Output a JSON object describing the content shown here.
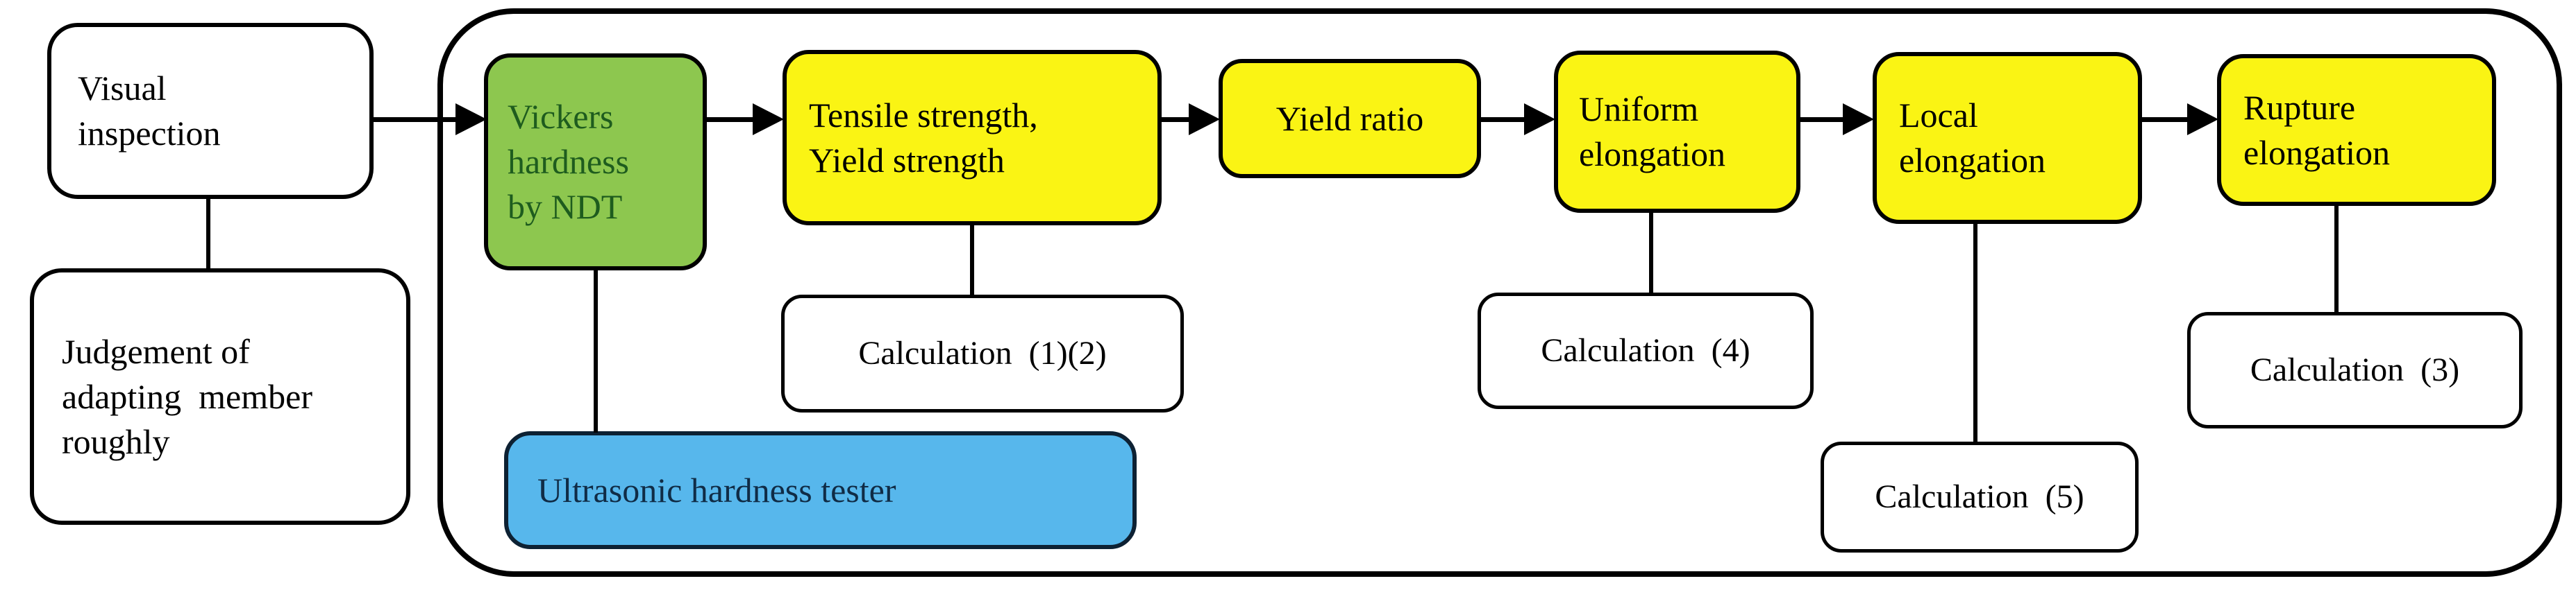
{
  "diagram": {
    "type": "flowchart",
    "background": "#FFFFFF",
    "line_color": "#000000",
    "colors": {
      "process_yellow": "#FAF414",
      "ndt_green": "#8DC74F",
      "ndt_green_text": "#1E5C1E",
      "tester_blue": "#57B7EC",
      "tester_blue_text": "#102C46",
      "plain_white": "#FFFFFF",
      "border_black": "#000000"
    },
    "nodes": {
      "visual": {
        "label": "Visual\ninspection",
        "fill": "#FFFFFF"
      },
      "judgement": {
        "label": "Judgement of\nadapting member\nroughly",
        "fill": "#FFFFFF"
      },
      "vickers": {
        "label": "Vickers\nhardness\nby NDT",
        "fill": "#8DC74F"
      },
      "tensile": {
        "label": "Tensile strength,\nYield strength",
        "fill": "#FAF414"
      },
      "yield_ratio": {
        "label": "Yield ratio",
        "fill": "#FAF414"
      },
      "uniform": {
        "label": "Uniform\nelongation",
        "fill": "#FAF414"
      },
      "local": {
        "label": "Local\nelongation",
        "fill": "#FAF414"
      },
      "rupture": {
        "label": "Rupture\nelongation",
        "fill": "#FAF414"
      },
      "calc12": {
        "label": "Calculation (1)(2)",
        "fill": "#FFFFFF"
      },
      "calc4": {
        "label": "Calculation (4)",
        "fill": "#FFFFFF"
      },
      "calc5": {
        "label": "Calculation (5)",
        "fill": "#FFFFFF"
      },
      "calc3": {
        "label": "Calculation (3)",
        "fill": "#FFFFFF"
      },
      "ultrasonic": {
        "label": "Ultrasonic hardness tester",
        "fill": "#57B7EC"
      }
    },
    "arrows": [
      {
        "from": "visual",
        "to": "vickers"
      },
      {
        "from": "vickers",
        "to": "tensile"
      },
      {
        "from": "tensile",
        "to": "yield_ratio"
      },
      {
        "from": "yield_ratio",
        "to": "uniform"
      },
      {
        "from": "uniform",
        "to": "local"
      },
      {
        "from": "local",
        "to": "rupture"
      }
    ],
    "links": [
      {
        "from": "visual",
        "to": "judgement"
      },
      {
        "from": "vickers",
        "to": "ultrasonic"
      },
      {
        "from": "tensile",
        "to": "calc12"
      },
      {
        "from": "uniform",
        "to": "calc4"
      },
      {
        "from": "local",
        "to": "calc5"
      },
      {
        "from": "rupture",
        "to": "calc3"
      }
    ]
  }
}
